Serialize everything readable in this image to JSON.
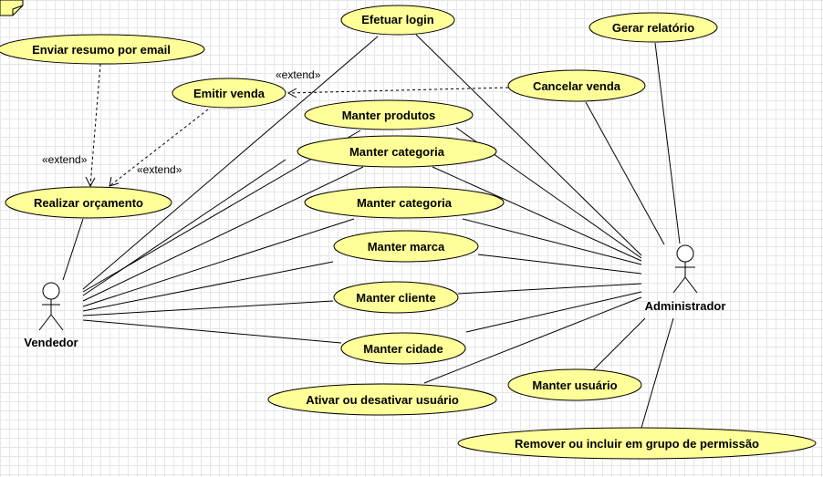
{
  "actors": {
    "vendedor": "Vendedor",
    "administrador": "Administrador"
  },
  "use_cases": {
    "efetuar_login": "Efetuar login",
    "gerar_relatorio": "Gerar relatório",
    "enviar_resumo": "Enviar resumo por email",
    "emitir_venda": "Emitir venda",
    "cancelar_venda": "Cancelar venda",
    "manter_produtos": "Manter produtos",
    "manter_categoria_1": "Manter categoria",
    "realizar_orcamento": "Realizar orçamento",
    "manter_categoria_2": "Manter categoria",
    "manter_marca": "Manter marca",
    "manter_cliente": "Manter cliente",
    "manter_cidade": "Manter cidade",
    "ativar_desativar": "Ativar ou desativar usuário",
    "manter_usuario": "Manter usuário",
    "remover_incluir_grupo": "Remover ou incluir em grupo de permissão"
  },
  "extend_labels": {
    "cancelar_to_emitir": "«extend»",
    "enviar_to_orcamento": "«extend»",
    "emitir_to_orcamento": "«extend»"
  },
  "colors": {
    "use_case_fill": "#ffff99",
    "note_fill": "#ffff99",
    "grid": "#e6e6e6",
    "stroke": "#000000"
  }
}
